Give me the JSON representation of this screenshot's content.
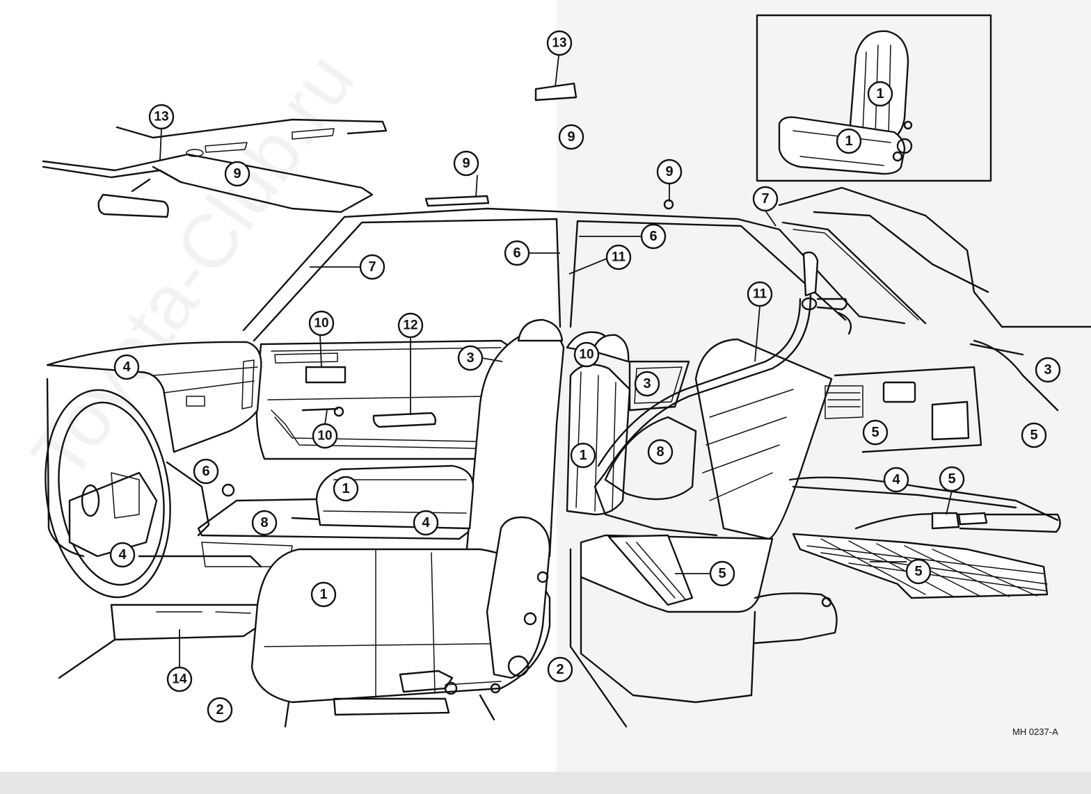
{
  "figure_code": "MH 0237-A",
  "watermark": "Toyota-Club.ru",
  "callouts": [
    {
      "id": "c1",
      "num": "13"
    },
    {
      "id": "c2",
      "num": "13"
    },
    {
      "id": "c3",
      "num": "9"
    },
    {
      "id": "c4",
      "num": "9"
    },
    {
      "id": "c5",
      "num": "9"
    },
    {
      "id": "c6",
      "num": "9"
    },
    {
      "id": "c7",
      "num": "7"
    },
    {
      "id": "c8",
      "num": "7"
    },
    {
      "id": "c9",
      "num": "6"
    },
    {
      "id": "c10",
      "num": "6"
    },
    {
      "id": "c11",
      "num": "11"
    },
    {
      "id": "c12",
      "num": "11"
    },
    {
      "id": "c13",
      "num": "10"
    },
    {
      "id": "c14",
      "num": "12"
    },
    {
      "id": "c15",
      "num": "3"
    },
    {
      "id": "c16",
      "num": "4"
    },
    {
      "id": "c17",
      "num": "10"
    },
    {
      "id": "c18",
      "num": "10"
    },
    {
      "id": "c19",
      "num": "3"
    },
    {
      "id": "c20",
      "num": "3"
    },
    {
      "id": "c21",
      "num": "6"
    },
    {
      "id": "c22",
      "num": "1"
    },
    {
      "id": "c23",
      "num": "1"
    },
    {
      "id": "c24",
      "num": "8"
    },
    {
      "id": "c25",
      "num": "8"
    },
    {
      "id": "c26",
      "num": "4"
    },
    {
      "id": "c27",
      "num": "4"
    },
    {
      "id": "c28",
      "num": "5"
    },
    {
      "id": "c29",
      "num": "5"
    },
    {
      "id": "c30",
      "num": "4"
    },
    {
      "id": "c31",
      "num": "5"
    },
    {
      "id": "c32",
      "num": "5"
    },
    {
      "id": "c33",
      "num": "5"
    },
    {
      "id": "c34",
      "num": "1"
    },
    {
      "id": "c35",
      "num": "14"
    },
    {
      "id": "c36",
      "num": "2"
    },
    {
      "id": "c37",
      "num": "2"
    },
    {
      "id": "c38",
      "num": "1"
    },
    {
      "id": "c39",
      "num": "1"
    }
  ]
}
